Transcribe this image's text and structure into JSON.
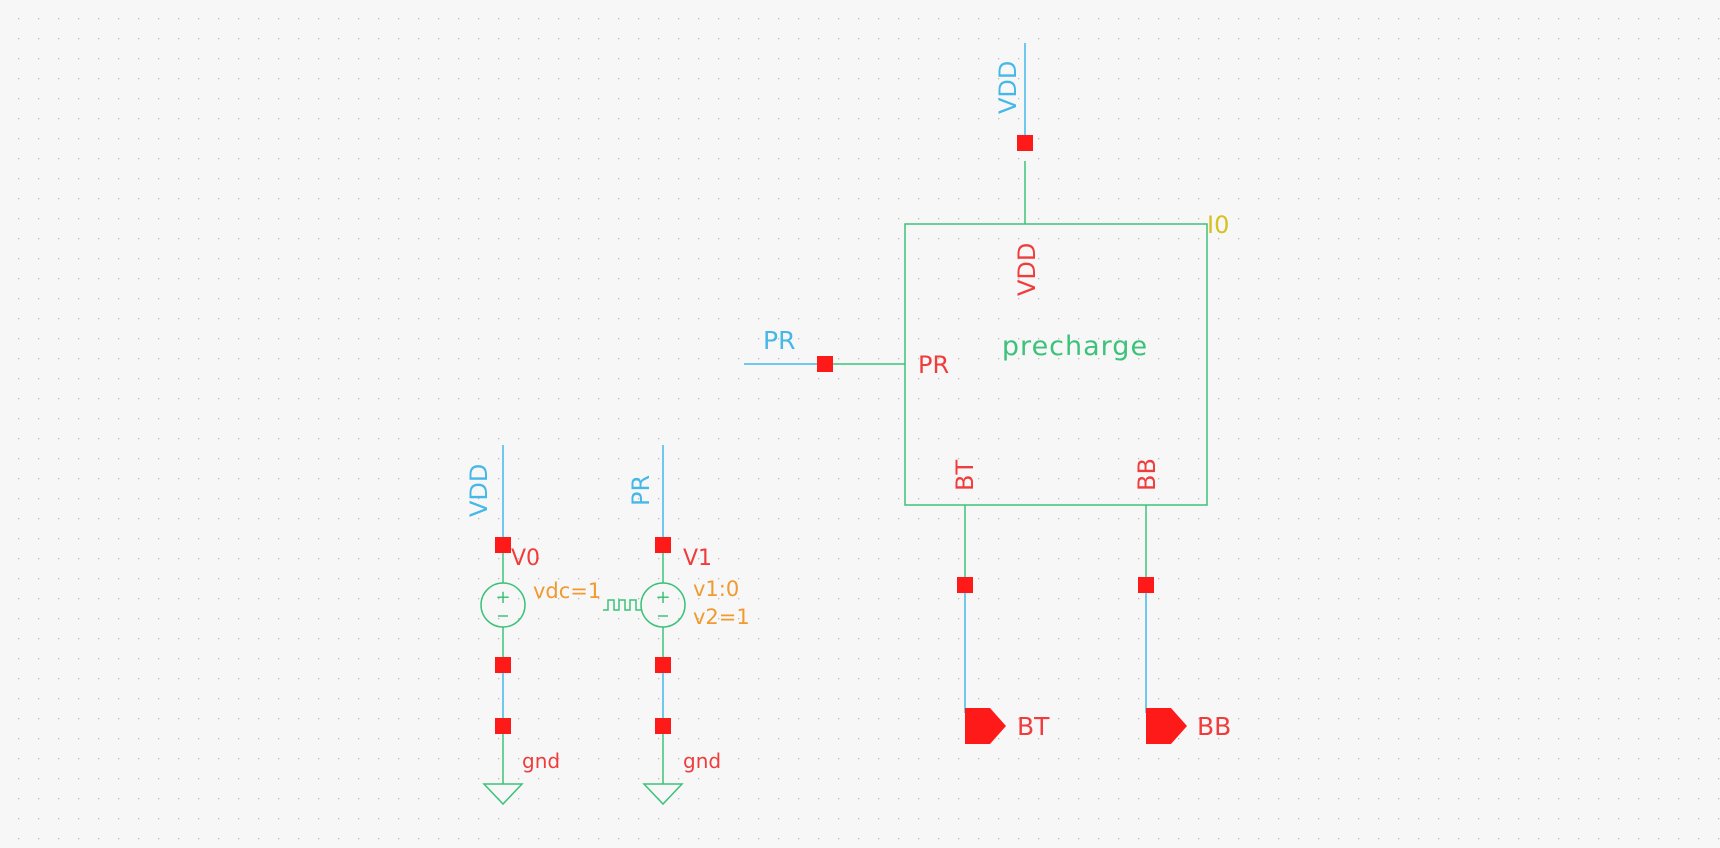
{
  "colors": {
    "background": "#f7f7f7",
    "grid_dot": "#b9b9b9",
    "wire": "#45b8e8",
    "symbol": "#3cc27a",
    "pin": "#ff1a1a",
    "pin_label": "#f03c3c",
    "net_label": "#45b8e8",
    "param": "#f09a30",
    "instance": "#d8c020"
  },
  "block": {
    "name": "precharge",
    "instance": "I0",
    "pins": {
      "vdd": "VDD",
      "pr": "PR",
      "bt": "BT",
      "bb": "BB"
    }
  },
  "net_labels": {
    "vdd_top": "VDD",
    "pr_in": "PR",
    "vdd_src": "VDD",
    "pr_src": "PR"
  },
  "ports": {
    "bt": "BT",
    "bb": "BB"
  },
  "sources": {
    "v0": {
      "name": "V0",
      "param": "vdc=1",
      "ground": "gnd"
    },
    "v1": {
      "name": "V1",
      "param1": "v1:0",
      "param2": "v2=1",
      "ground": "gnd"
    }
  }
}
